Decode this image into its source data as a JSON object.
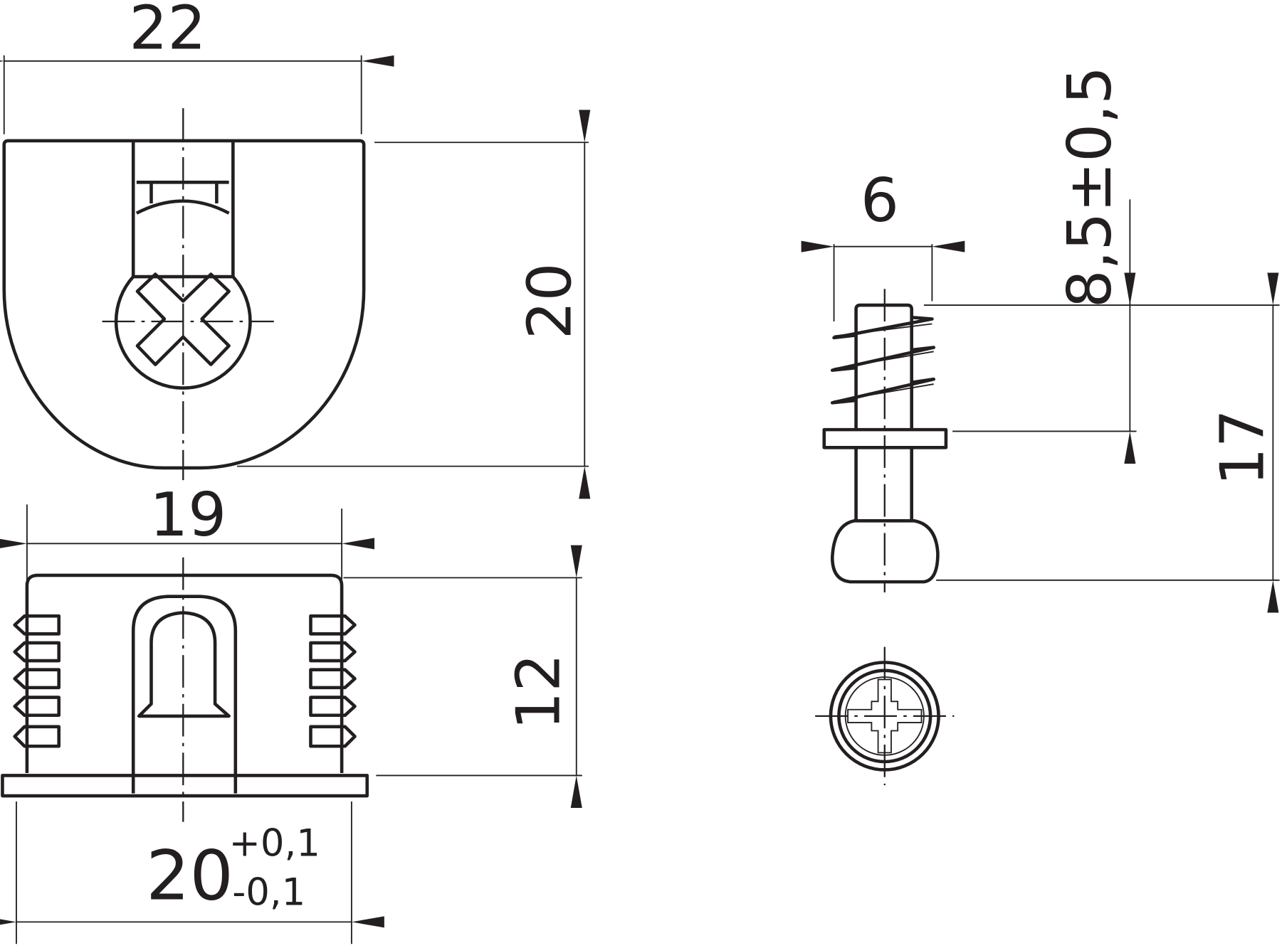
{
  "drawing": {
    "top_view": {
      "width_label": "22",
      "height_label": "20"
    },
    "side_view": {
      "inner_width_label": "19",
      "height_label": "12",
      "outer_width_label": "20",
      "tolerance_upper": "+0,1",
      "tolerance_lower": "-0,1"
    },
    "screw_view": {
      "diameter_label": "6",
      "thread_length_label": "8,5±0,5",
      "total_length_label": "17"
    },
    "colors": {
      "line": "#231f20",
      "background": "#ffffff"
    }
  }
}
